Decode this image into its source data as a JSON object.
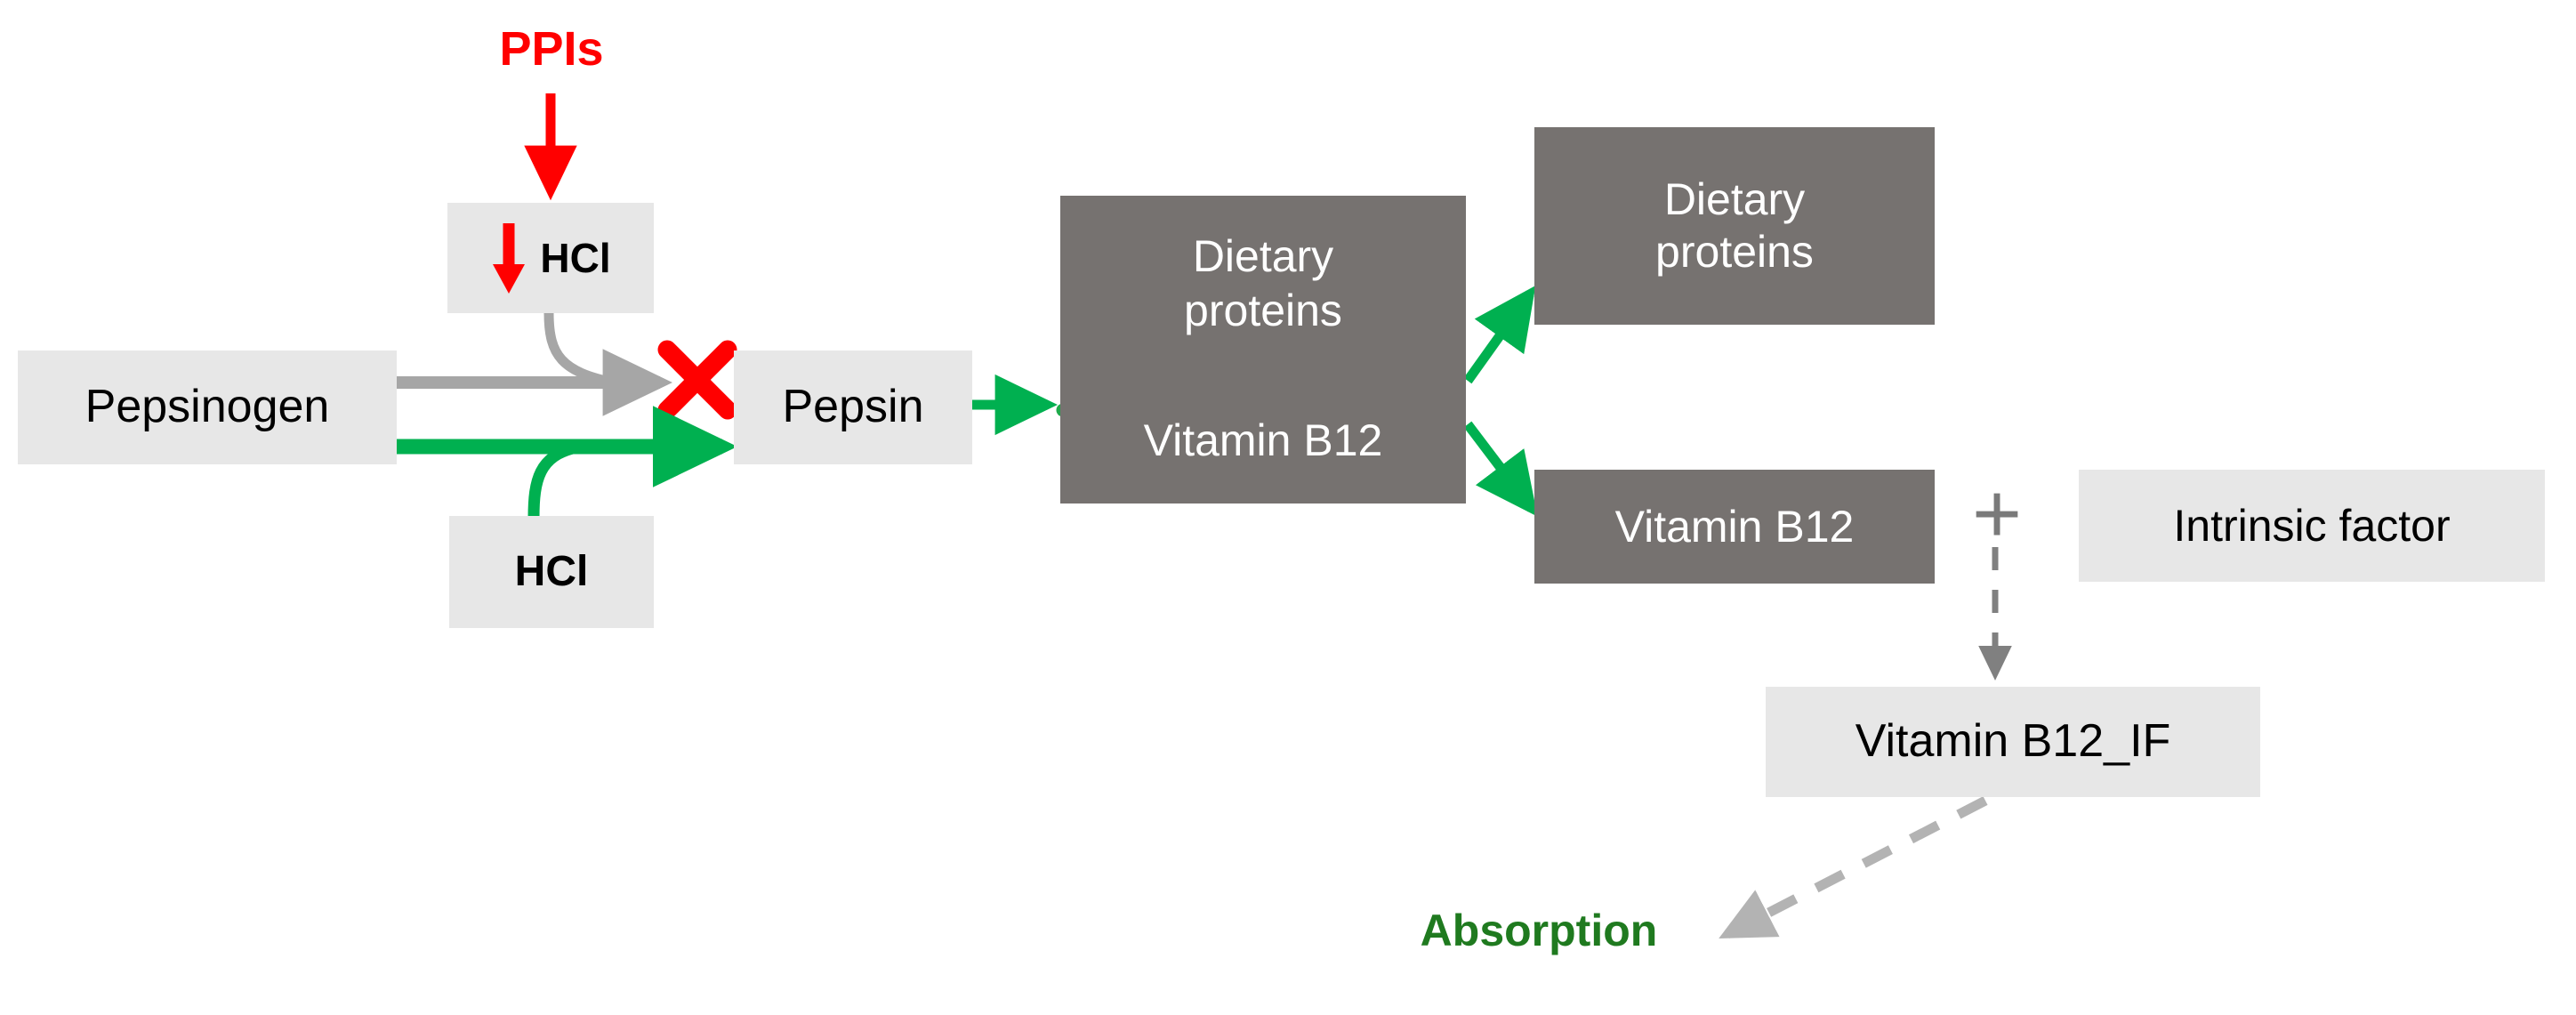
{
  "diagram": {
    "title_text": "",
    "colors": {
      "light_box": "#e7e7e7",
      "dark_box": "#767270",
      "green": "#00b050",
      "dark_green_text": "#1f7a1f",
      "red": "#ff0000",
      "gray_arrow": "#a6a6a6",
      "background": "#ffffff"
    },
    "nodes": {
      "ppis": {
        "label": "PPIs",
        "type": "text-label",
        "color": "#ff0000"
      },
      "hcl_reduced": {
        "label": "HCl",
        "type": "light-box",
        "icon": "red-down-arrow-icon"
      },
      "pepsinogen": {
        "label": "Pepsinogen",
        "type": "light-box"
      },
      "pepsin": {
        "label": "Pepsin",
        "type": "light-box"
      },
      "hcl": {
        "label": "HCl",
        "type": "light-box"
      },
      "complex": {
        "top_label": "Dietary\nproteins",
        "top_label_line1": "Dietary",
        "top_label_line2": "proteins",
        "bottom_label": "Vitamin B12",
        "type": "dark-box",
        "separator": "green-zigzag-cleavage"
      },
      "dietary_proteins_out": {
        "label_line1": "Dietary",
        "label_line2": "proteins",
        "type": "dark-box"
      },
      "vitamin_b12_out": {
        "label": "Vitamin B12",
        "type": "dark-box"
      },
      "plus": {
        "label": "+",
        "type": "operator"
      },
      "intrinsic_factor": {
        "label": "Intrinsic factor",
        "type": "light-box"
      },
      "vitamin_b12_if": {
        "label": "Vitamin B12_IF",
        "type": "light-box"
      },
      "absorption": {
        "label": "Absorption",
        "type": "text-label",
        "color": "#1f7a1f"
      }
    },
    "edges": [
      {
        "from": "ppis",
        "to": "hcl_reduced",
        "style": "solid-arrow",
        "color": "#ff0000"
      },
      {
        "from": "hcl_reduced",
        "to": "blocked-junction",
        "style": "curved-solid-arrow",
        "color": "#a6a6a6"
      },
      {
        "from": "pepsinogen",
        "to": "blocked-junction",
        "style": "solid-arrow",
        "color": "#a6a6a6"
      },
      {
        "from": "blocked-junction",
        "marker": "red-x-icon",
        "style": "blocked",
        "color": "#ff0000"
      },
      {
        "from": "pepsinogen",
        "to": "pepsin",
        "style": "solid-arrow",
        "color": "#00b050"
      },
      {
        "from": "hcl",
        "to": "pepsinogen-pepsin-edge",
        "style": "curved-solid",
        "color": "#00b050"
      },
      {
        "from": "pepsin",
        "to": "complex",
        "style": "solid-arrow",
        "color": "#00b050"
      },
      {
        "from": "complex",
        "to": "dietary_proteins_out",
        "style": "solid-arrow",
        "color": "#00b050"
      },
      {
        "from": "complex",
        "to": "vitamin_b12_out",
        "style": "solid-arrow",
        "color": "#00b050"
      },
      {
        "from": "plus",
        "to": "vitamin_b12_if",
        "style": "dashed-arrow",
        "color": "#767270"
      },
      {
        "from": "vitamin_b12_if",
        "to": "absorption",
        "style": "dashed-arrow",
        "color": "#a6a6a6"
      }
    ]
  }
}
